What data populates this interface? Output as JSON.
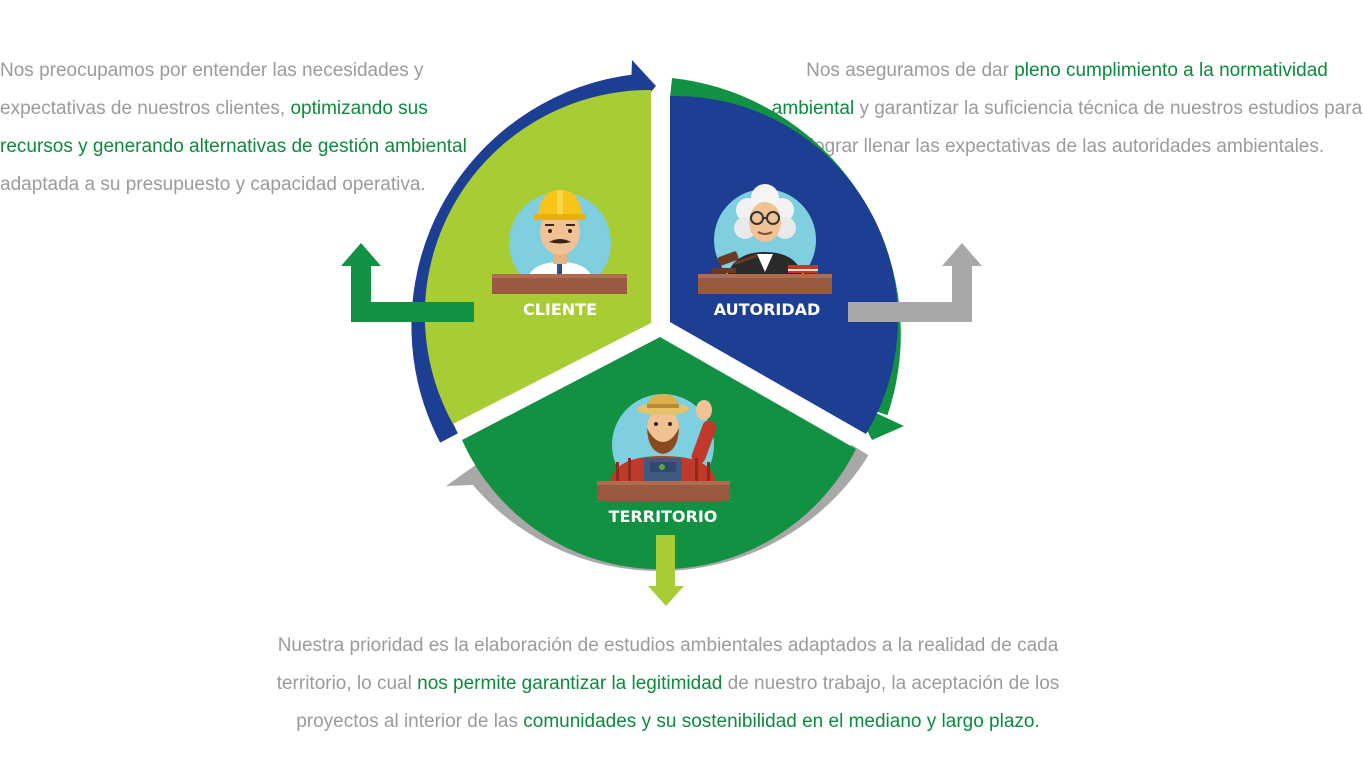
{
  "colors": {
    "cliente": "#a8cc33",
    "autoridad": "#1c3f94",
    "territorio": "#119141",
    "gray_arrow": "#a8a8a8",
    "text": "#9b9b9b",
    "highlight": "#0c8a3f"
  },
  "segments": {
    "cliente": {
      "label": "CLIENTE",
      "icon": "construction-worker-icon"
    },
    "autoridad": {
      "label": "AUTORIDAD",
      "icon": "judge-icon"
    },
    "territorio": {
      "label": "TERRITORIO",
      "icon": "farmer-icon"
    }
  },
  "paragraphs": {
    "cliente": {
      "p1": "Nos preocupamos por entender las necesidades y expectativas de nuestros clientes, ",
      "h1": "optimizando sus recursos y generando alternativas de gestión ambiental",
      "p2": " adaptada a su presupuesto y capacidad operativa."
    },
    "autoridad": {
      "p1": "Nos aseguramos de dar ",
      "h1": "pleno cumplimiento a la normatividad ambiental",
      "p2": " y garantizar la suficiencia técnica de nuestros estudios para lograr llenar las expectativas de las autoridades ambientales."
    },
    "territorio": {
      "p1": "Nuestra prioridad es la elaboración de estudios ambientales adaptados a la realidad de cada territorio, lo cual ",
      "h1": "nos permite garantizar la legitimidad",
      "p2": " de nuestro trabajo, la aceptación de los proyectos al interior de las ",
      "h2": "comunidades y su sostenibilidad en el mediano y largo plazo."
    }
  }
}
